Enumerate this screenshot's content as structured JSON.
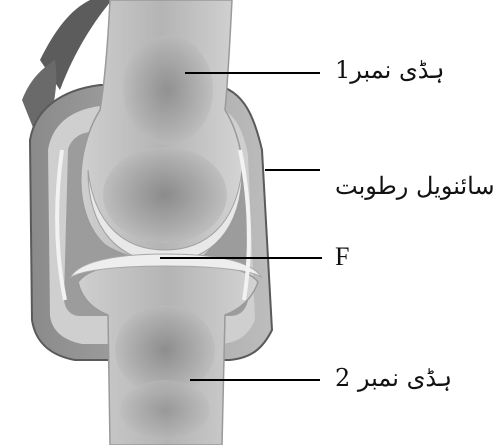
{
  "labels": {
    "bone1": "ہڈی نمبر1",
    "synovial_fluid": "سائنویل رطوبت",
    "f": "F",
    "bone2": "ہڈی نمبر 2"
  },
  "colors": {
    "bone_shaft": "#bdbdbd",
    "bone_marrow": "#8d8d8d",
    "cartilage": "#e6e6e6",
    "capsule_dark": "#6f6f6f",
    "capsule_light": "#d0d0d0",
    "fluid": "#9e9e9e",
    "ligament": "#5a5a5a",
    "leader_line": "#000000"
  }
}
